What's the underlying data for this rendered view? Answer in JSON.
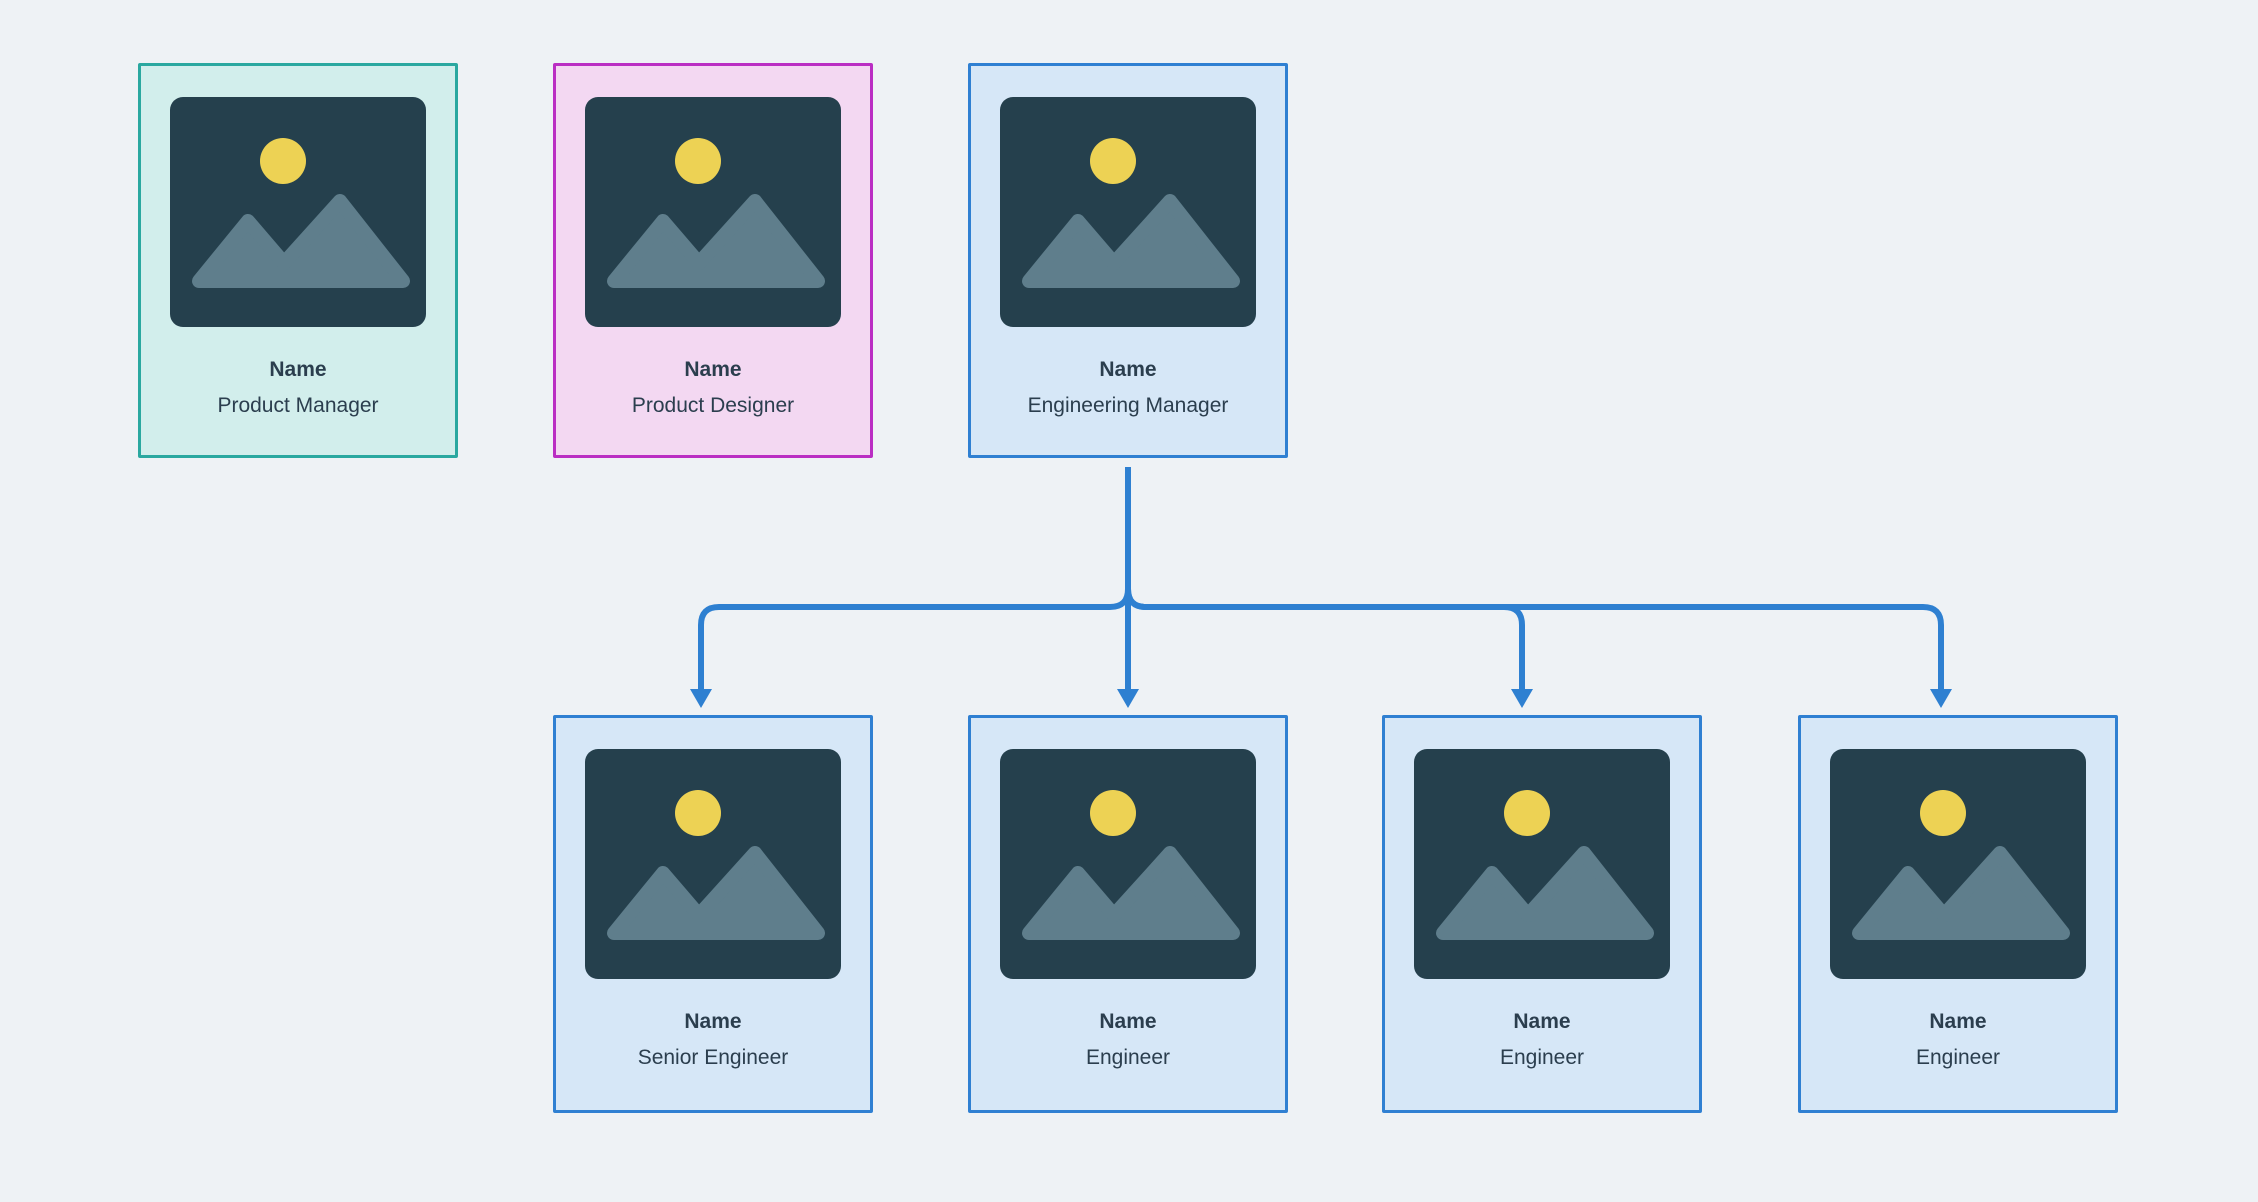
{
  "canvas": {
    "background": "#eef2f5"
  },
  "text_color": "#2b3e4e",
  "connector": {
    "color": "#2e80d1",
    "width": 6
  },
  "palette": {
    "teal": {
      "border": "#2aa8a0",
      "fill": "#d2eeec"
    },
    "magenta": {
      "border": "#ba2ec3",
      "fill": "#f3d8f2"
    },
    "blue": {
      "border": "#2f80d2",
      "fill": "#d6e7f7"
    }
  },
  "placeholder": {
    "background": "#25404d",
    "sun": "#edd254",
    "mountain": "#5f7e8c"
  },
  "cards": [
    {
      "name": "Name",
      "role": "Product Manager",
      "theme": "teal",
      "row": "top"
    },
    {
      "name": "Name",
      "role": "Product Designer",
      "theme": "magenta",
      "row": "top"
    },
    {
      "name": "Name",
      "role": "Engineering Manager",
      "theme": "blue",
      "row": "top"
    },
    {
      "name": "Name",
      "role": "Senior Engineer",
      "theme": "blue",
      "row": "bottom"
    },
    {
      "name": "Name",
      "role": "Engineer",
      "theme": "blue",
      "row": "bottom"
    },
    {
      "name": "Name",
      "role": "Engineer",
      "theme": "blue",
      "row": "bottom"
    },
    {
      "name": "Name",
      "role": "Engineer",
      "theme": "blue",
      "row": "bottom"
    }
  ]
}
